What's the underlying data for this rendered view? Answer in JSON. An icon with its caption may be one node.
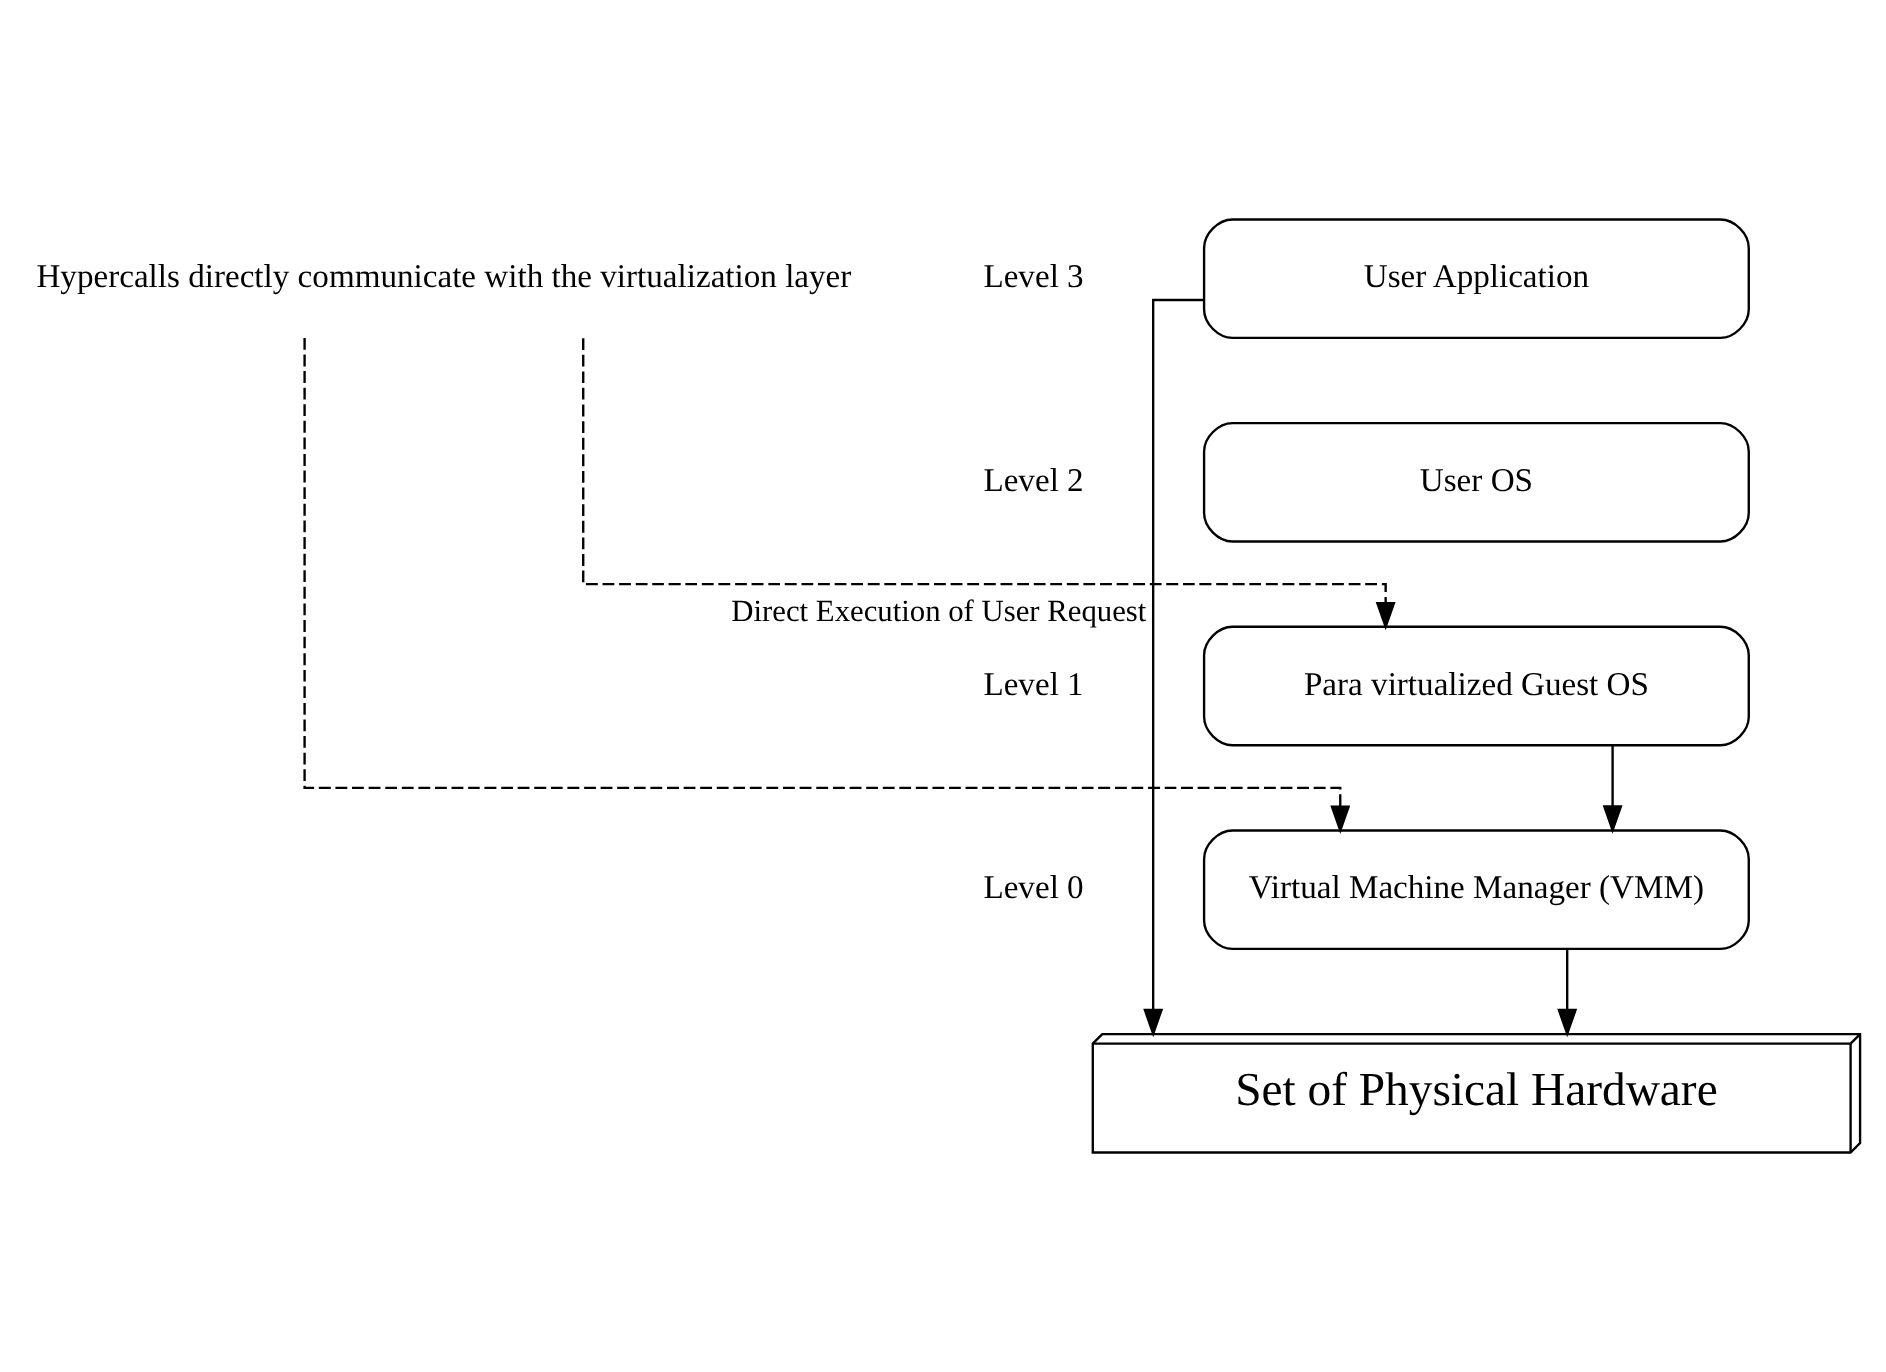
{
  "diagram": {
    "nodes": [
      {
        "text": [
          "User Application"
        ],
        "beside": [
          "Level 3"
        ]
      },
      {
        "text": [
          "User OS"
        ],
        "beside": [
          "Level 2"
        ]
      },
      {
        "text": [
          "Para virtualized Guest OS"
        ],
        "beside": [
          "Level 1"
        ]
      },
      {
        "text": [
          "Virtual Machine Manager (VMM)"
        ],
        "beside": [
          "Level 0"
        ]
      },
      {
        "text": [
          "Set of Physical Hardware"
        ]
      },
      {
        "text": [
          "Hypercalls directly communicate with the virtualization layer"
        ]
      }
    ],
    "edges": [
      {
        "from": 0,
        "to": 4,
        "arrow": "to",
        "label": "Direct Execution of User Request"
      },
      {
        "from": 2,
        "to": 3,
        "arrow": "to"
      },
      {
        "from": 3,
        "to": 4,
        "arrow": "to"
      },
      {
        "from": 5,
        "to": 2,
        "arrow": "to",
        "style": "dashed"
      },
      {
        "from": 5,
        "to": 3,
        "arrow": "to",
        "style": "dashed"
      }
    ]
  }
}
